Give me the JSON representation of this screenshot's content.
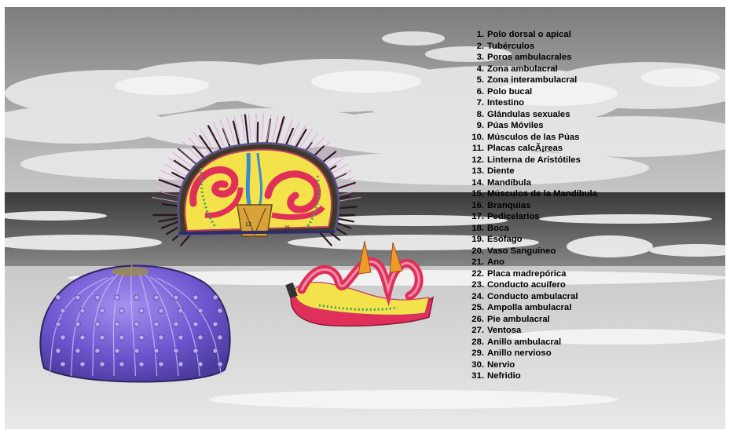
{
  "legend": [
    {
      "num": "1.",
      "label": "Polo dorsal o apical"
    },
    {
      "num": "2.",
      "label": "Tubérculos"
    },
    {
      "num": "3.",
      "label": "Poros ambulacrales"
    },
    {
      "num": "4.",
      "label": "Zona ambulacral"
    },
    {
      "num": "5.",
      "label": "Zona interambulacral"
    },
    {
      "num": "6.",
      "label": "Polo bucal"
    },
    {
      "num": "7.",
      "label": "Intestino"
    },
    {
      "num": "8.",
      "label": "Glándulas sexuales"
    },
    {
      "num": "9.",
      "label": "Púas Móviles"
    },
    {
      "num": "10.",
      "label": "Músculos de las Púas"
    },
    {
      "num": "11.",
      "label": "Placas calcÃ¡reas"
    },
    {
      "num": "12.",
      "label": "Linterna de Aristótiles"
    },
    {
      "num": "13.",
      "label": "Diente"
    },
    {
      "num": "14.",
      "label": "Mandíbula"
    },
    {
      "num": "15.",
      "label": "Músculos de la Mandíbula"
    },
    {
      "num": "16.",
      "label": "Branquias"
    },
    {
      "num": "17.",
      "label": "Pedicelarios"
    },
    {
      "num": "18.",
      "label": "Boca"
    },
    {
      "num": "19.",
      "label": "Esófago"
    },
    {
      "num": "20.",
      "label": "Vaso Sanguíneo"
    },
    {
      "num": "21.",
      "label": "Ano"
    },
    {
      "num": "22.",
      "label": "Placa madrepórica"
    },
    {
      "num": "23.",
      "label": "Conducto acuífero"
    },
    {
      "num": "24.",
      "label": "Conducto ambulacral"
    },
    {
      "num": "25.",
      "label": "Ampolla ambulacral"
    },
    {
      "num": "26.",
      "label": "Pie ambulacral"
    },
    {
      "num": "27.",
      "label": "Ventosa"
    },
    {
      "num": "28.",
      "label": "Anillo ambulacral"
    },
    {
      "num": "29.",
      "label": "Anillo nervioso"
    },
    {
      "num": "30.",
      "label": "Nervio"
    },
    {
      "num": "31.",
      "label": "Nefridio"
    }
  ],
  "diagram_labels": [
    "12",
    "25"
  ],
  "colors": {
    "shell_purple": "#7b5ed6",
    "interior_yellow": "#f4e24a",
    "intestine_red": "#e0305a",
    "outline_pink": "#e9a0e6",
    "spine_dark": "#2a1620",
    "sea_dark": "#4a4a4a",
    "sand": "#d4d4d4"
  },
  "icons": [
    "sea-urchin-cross-section",
    "sea-urchin-shell",
    "intestine-section"
  ]
}
